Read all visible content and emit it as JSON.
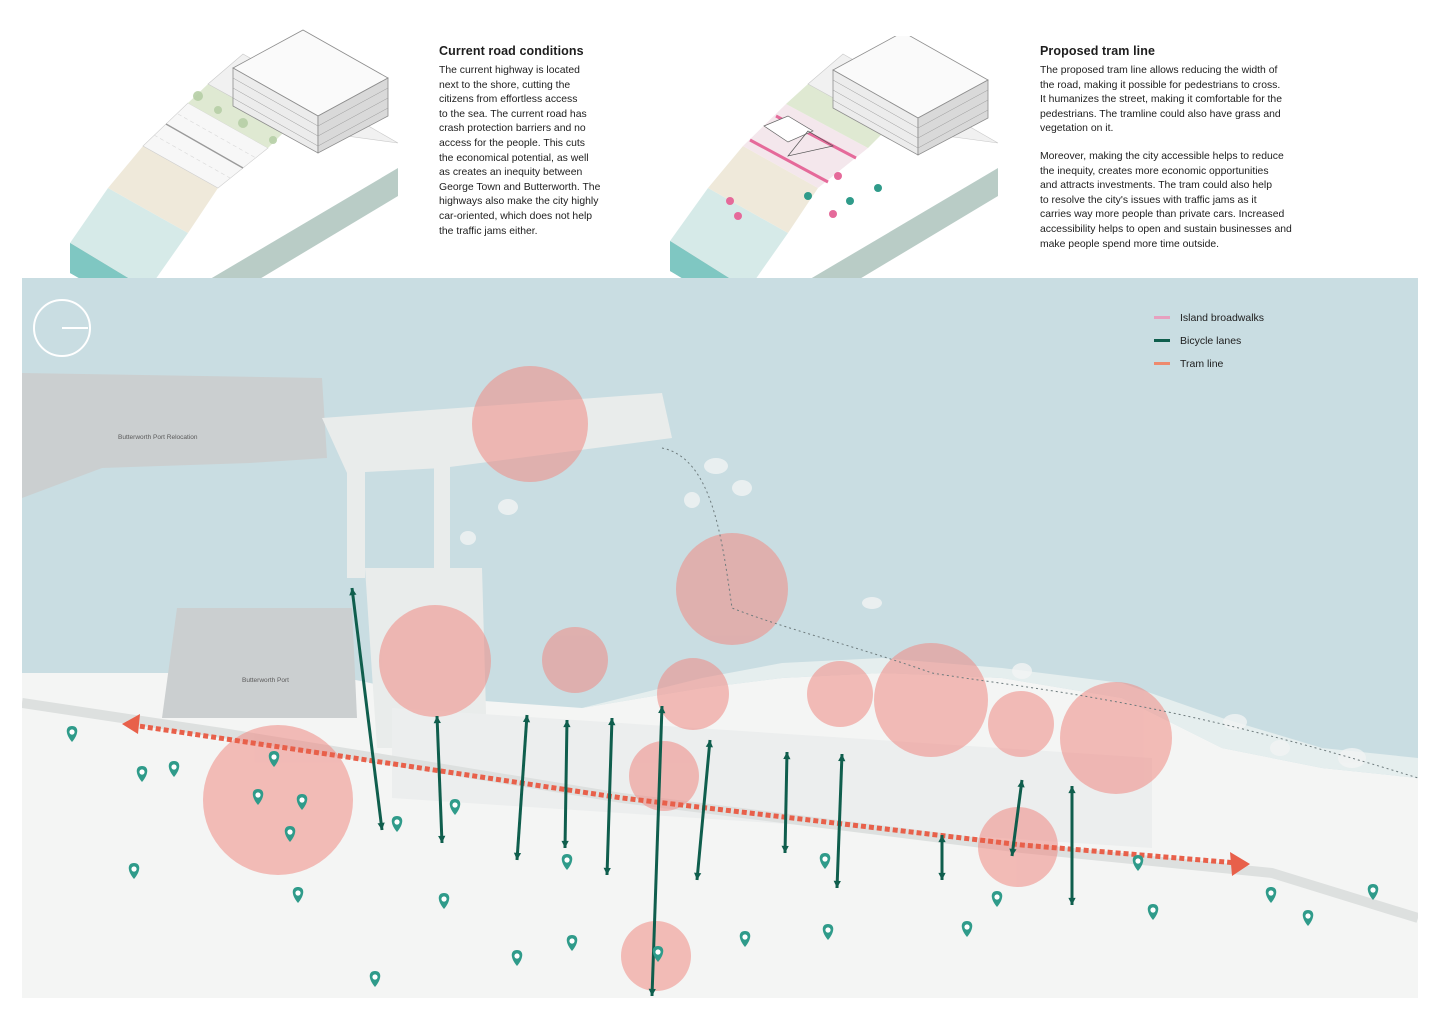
{
  "panels": [
    {
      "title": "Current road conditions",
      "paragraphs": [
        "The current highway is located\nnext to the shore, cutting the\ncitizens from effortless access\nto the sea. The current road has\ncrash protection barriers and no\naccess for the people. This cuts\nthe economical potential, as well\nas creates an inequity between\nGeorge Town and Butterworth. The\nhighways also make the city highly\ncar-oriented, which does not help\nthe traffic jams either."
      ]
    },
    {
      "title": "Proposed tram line",
      "paragraphs": [
        "The proposed tram line allows reducing the width of\nthe road, making it possible for pedestrians to cross.\nIt humanizes the street, making it comfortable for the\npedestrians. The tramline could also have grass and\nvegetation on it.",
        "Moreover, making the city accessible helps to reduce\nthe inequity, creates more economic opportunities\nand attracts investments. The tram could also help\nto resolve the city's issues with traffic jams as it\ncarries way more people than private cars. Increased\naccessibility helps to open and sustain businesses and\nmake people spend more time outside."
      ]
    }
  ],
  "legend": [
    {
      "label": "Island broadwalks",
      "color": "#e7a0bf"
    },
    {
      "label": "Bicycle lanes",
      "color": "#0f5e4d"
    },
    {
      "label": "Tram line",
      "color": "#ee8a6e"
    }
  ],
  "map_labels": {
    "port_relocation": "Butterworth Port Relocation",
    "port": "Butterworth Port"
  },
  "colors": {
    "sea": "#c9dde2",
    "land": "#f4f5f4",
    "focus_circle": "#f08a84",
    "bike_arrow": "#0f5e4d",
    "tram_line": "#e8604a",
    "poi_marker": "#2f9b8a"
  },
  "icons": {
    "north_indicator": "compass-icon",
    "poi": "map-pin-icon"
  }
}
